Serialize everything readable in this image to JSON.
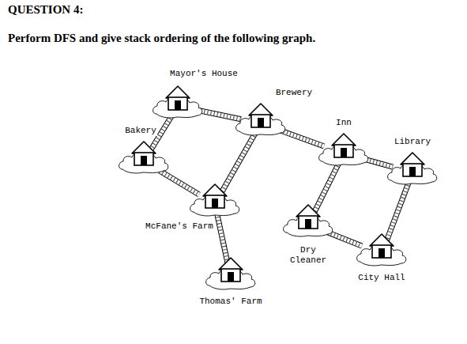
{
  "diagram": {
    "title": "QUESTION 4:",
    "nodes": [
      {
        "text": [
          "Mayor's House"
        ]
      },
      {
        "text": [
          "Brewery"
        ]
      },
      {
        "text": [
          "Bakery"
        ]
      },
      {
        "text": [
          "Inn"
        ]
      },
      {
        "text": [
          "Library"
        ]
      },
      {
        "text": [
          "McFane's Farm"
        ]
      },
      {
        "text": [
          "Dry Cleaner"
        ]
      },
      {
        "text": [
          "City Hall"
        ]
      },
      {
        "text": [
          "Thomas' Farm"
        ]
      }
    ],
    "edges": [
      {
        "from": 0,
        "to": 1,
        "arrow": "none"
      },
      {
        "from": 0,
        "to": 2,
        "arrow": "none"
      },
      {
        "from": 2,
        "to": 5,
        "arrow": "none"
      },
      {
        "from": 1,
        "to": 5,
        "arrow": "none"
      },
      {
        "from": 5,
        "to": 8,
        "arrow": "none"
      },
      {
        "from": 1,
        "to": 3,
        "arrow": "none"
      },
      {
        "from": 3,
        "to": 4,
        "arrow": "none"
      },
      {
        "from": 3,
        "to": 6,
        "arrow": "none"
      },
      {
        "from": 6,
        "to": 7,
        "arrow": "none"
      },
      {
        "from": 4,
        "to": 7,
        "arrow": "none"
      }
    ],
    "labels": [
      "Perform DFS and give stack ordering of the following graph."
    ]
  }
}
